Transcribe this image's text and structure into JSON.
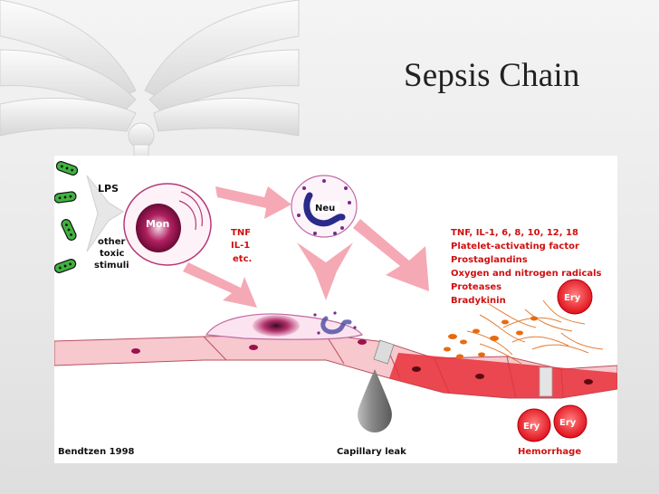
{
  "slide": {
    "title": "Sepsis Chain"
  },
  "diagram": {
    "stimuli": {
      "lps": "LPS",
      "other_line1": "other",
      "other_line2": "toxic",
      "other_line3": "stimuli"
    },
    "cells": {
      "monocyte": "Mon",
      "neutrophil": "Neu",
      "erythrocyte": "Ery"
    },
    "cytokines": {
      "line1": "TNF",
      "line2": "IL-1",
      "line3": "etc."
    },
    "mediators": [
      "TNF, IL-1, 6, 8, 10, 12, 18",
      "Platelet-activating factor",
      "Prostaglandins",
      "Oxygen and nitrogen radicals",
      "Proteases",
      "Bradykinin"
    ],
    "labels": {
      "capillary_leak": "Capillary leak",
      "hemorrhage": "Hemorrhage",
      "source": "Bendtzen 1998"
    },
    "colors": {
      "mediator_text": "#d01010",
      "accent_pink": "#f4a0ad",
      "monocyte_core": "#9b1050",
      "neutrophil_nucleus": "#2a2a8a",
      "erythrocyte": "#e8202a"
    }
  }
}
